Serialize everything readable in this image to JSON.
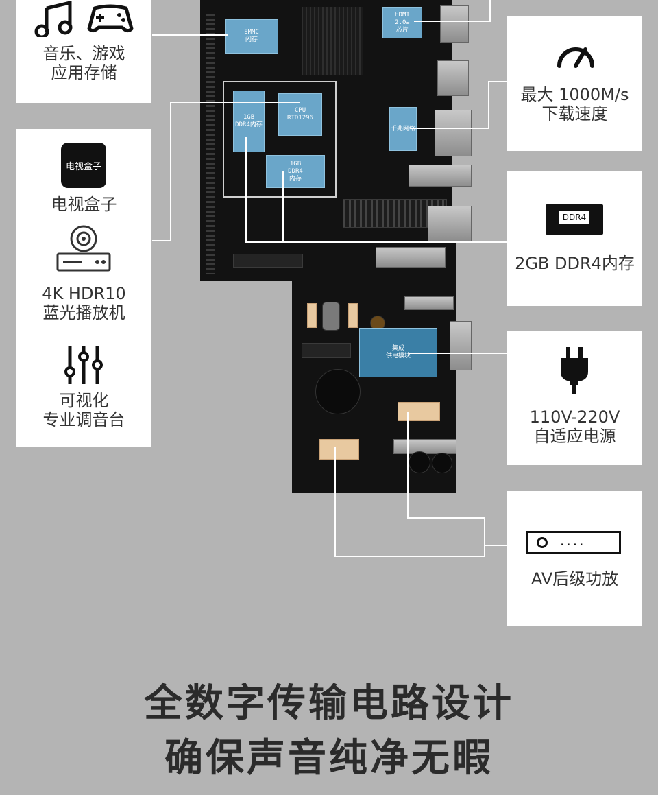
{
  "left_cards": {
    "media": {
      "icon_names": [
        "music-note-icon",
        "gamepad-icon"
      ],
      "label": "音乐、游戏\n应用存储"
    },
    "devices": [
      {
        "icon": "tv-box-icon",
        "icon_text": "电视盒子",
        "label": "电视盒子"
      },
      {
        "icon": "bluray-player-icon",
        "label": "4K HDR10\n蓝光播放机"
      },
      {
        "icon": "mixer-sliders-icon",
        "label": "可视化\n专业调音台"
      }
    ]
  },
  "right_cards": [
    {
      "icon": "speedometer-icon",
      "label": "最大 1000M/s\n下载速度"
    },
    {
      "icon": "ddr4-memory-icon",
      "icon_text": "DDR4",
      "label": "2GB DDR4内存"
    },
    {
      "icon": "power-plug-icon",
      "label": "110V-220V\n自适应电源"
    },
    {
      "icon": "av-amplifier-icon",
      "icon_text": "....",
      "label": "AV后级功放"
    }
  ],
  "board_chips": {
    "emmc": "EMMC\n闪存",
    "hdmi": "HDMI\n2.0a\n芯片",
    "cpu": "CPU\nRTD1296",
    "ddr_left": "1GB\nDDR4内存",
    "ddr_right": "1GB\nDDR4\n内存",
    "ethernet": "千兆网络",
    "power_module": "集成\n供电模块"
  },
  "headline": {
    "line1": "全数字传输电路设计",
    "line2": "确保声音纯净无暇"
  },
  "colors": {
    "background": "#b4b4b4",
    "card": "#ffffff",
    "chip": "#6aa6c9",
    "board": "#121212"
  }
}
